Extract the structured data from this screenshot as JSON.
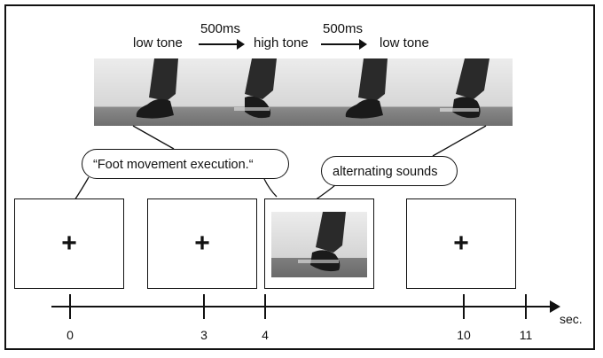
{
  "sequence": {
    "step1": "low tone",
    "delay1": "500ms",
    "step2": "high tone",
    "delay2": "500ms",
    "step3": "low tone"
  },
  "bubbles": {
    "instruction": "“Foot movement execution.“",
    "sounds": "alternating sounds"
  },
  "stimuli": {
    "fixation_symbol": "+"
  },
  "timeline": {
    "unit": "sec.",
    "ticks": [
      "0",
      "3",
      "4",
      "10",
      "11"
    ]
  },
  "colors": {
    "line": "#111111",
    "floor": "#777777",
    "shoe": "#1a1a1a"
  }
}
